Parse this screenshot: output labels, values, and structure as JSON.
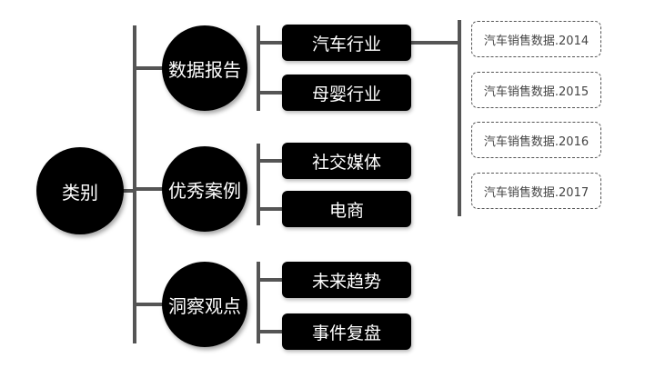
{
  "root": {
    "label": "类别"
  },
  "categories": [
    {
      "label": "数据报告",
      "children": [
        {
          "label": "汽车行业"
        },
        {
          "label": "母婴行业"
        }
      ]
    },
    {
      "label": "优秀案例",
      "children": [
        {
          "label": "社交媒体"
        },
        {
          "label": "电商"
        }
      ]
    },
    {
      "label": "洞察观点",
      "children": [
        {
          "label": "未来趋势"
        },
        {
          "label": "事件复盘"
        }
      ]
    }
  ],
  "car_industry_details": [
    {
      "label": "汽车销售数据.2014"
    },
    {
      "label": "汽车销售数据.2015"
    },
    {
      "label": "汽车销售数据.2016"
    },
    {
      "label": "汽车销售数据.2017"
    }
  ],
  "colors": {
    "node": "#000000",
    "connector": "#555555",
    "text": "#ffffff"
  }
}
